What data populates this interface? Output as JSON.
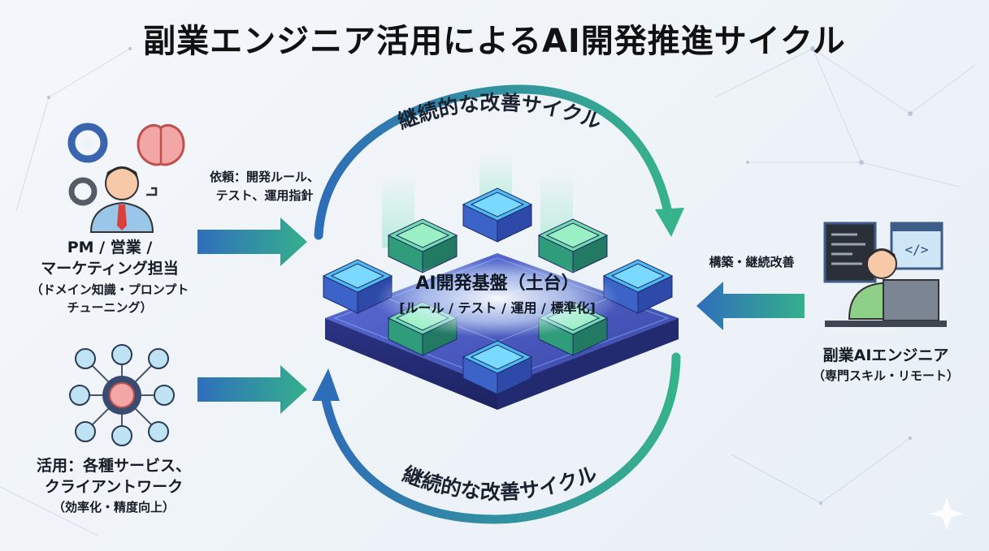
{
  "title": "副業エンジニア活用によるAI開発推進サイクル",
  "cycle": {
    "top_label": "継続的な改善サイクル",
    "bottom_label": "継続的な改善サイクル"
  },
  "left_top": {
    "request_line1": "依頼：開発ルール、",
    "request_line2": "テスト、運用指針",
    "role_line1": "PM / 営業 /",
    "role_line2": "マーケティング担当",
    "note_line1": "（ドメイン知識・プロンプト",
    "note_line2": "チューニング）"
  },
  "left_bottom": {
    "use_line1": "活用：各種サービス、",
    "use_line2": "クライアントワーク",
    "note": "（効率化・精度向上）"
  },
  "center": {
    "title": "AI開発基盤（土台）",
    "subtitle": "[ルール / テスト / 運用 / 標準化]"
  },
  "right": {
    "action": "構築・継続改善",
    "role": "副業AIエンジニア",
    "note": "（専門スキル・リモート）"
  },
  "colors": {
    "blue": "#2e6db8",
    "green": "#36b38a",
    "navy": "#27306e",
    "teal": "#2aa7a3"
  }
}
